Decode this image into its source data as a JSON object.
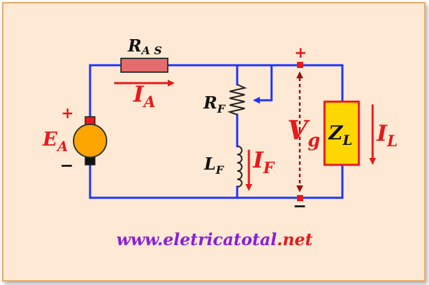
{
  "labels": {
    "ras_main": "R",
    "ras_sub": "A S",
    "ia_main": "I",
    "ia_sub": "A",
    "rf_main": "R",
    "rf_sub": "F",
    "ea_main": "E",
    "ea_sub": "A",
    "lf_main": "L",
    "lf_sub": "F",
    "if_main": "I",
    "if_sub": "F",
    "vg_main": "V",
    "vg_sub": "g",
    "zl_main": "Z",
    "zl_sub": "L",
    "il_main": "I",
    "il_sub": "L",
    "plus_gen": "+",
    "minus_gen": "−",
    "plus_vg": "+",
    "minus_vg": "−"
  },
  "website": {
    "prefix": "www.",
    "name": "eletricatotal",
    "suffix": ".net"
  },
  "colors": {
    "wire": "#1a33ff",
    "accent_red": "#e8191b",
    "dark_red": "#9c1010",
    "generator_body": "#ffa500",
    "load_fill": "#ffd700",
    "resistor_fill": "#e46c6c",
    "url_color": "#8a1fd6",
    "background": "#fde9d4"
  }
}
